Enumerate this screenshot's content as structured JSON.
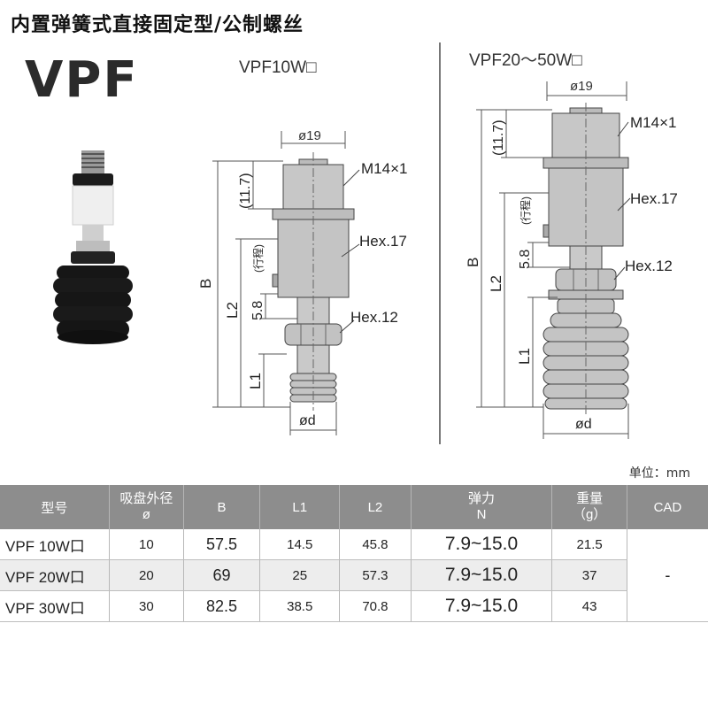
{
  "header": {
    "title": "内置弹簧式直接固定型/公制螺丝",
    "brand": "VPF"
  },
  "drawing": {
    "left": {
      "title": "VPF10W□",
      "dia_top": "ø19",
      "thread": "M14×1",
      "dim_11_7": "(11.7)",
      "B": "B",
      "stroke": "(行程)",
      "stroke_val": "5.8",
      "L2": "L2",
      "L1": "L1",
      "hex17": "Hex.17",
      "hex12": "Hex.12",
      "dia_bottom": "ød"
    },
    "right": {
      "title": "VPF20～50W□",
      "dia_top": "ø19",
      "thread": "M14×1",
      "dim_11_7": "(11.7)",
      "B": "B",
      "stroke": "(行程)",
      "stroke_val": "5.8",
      "L2": "L2",
      "L1": "L1",
      "hex17": "Hex.17",
      "hex12": "Hex.12",
      "dia_bottom": "ød"
    }
  },
  "unit_label": "单位：mm",
  "table": {
    "headers": {
      "model": "型号",
      "pad_dia_1": "吸盘外径",
      "pad_dia_2": "ø",
      "B": "B",
      "L1": "L1",
      "L2": "L2",
      "spring_1": "弹力",
      "spring_2": "N",
      "weight_1": "重量",
      "weight_2": "（g）",
      "cad": "CAD"
    },
    "rows": [
      {
        "model": "VPF 10W口",
        "dia": "10",
        "B": "57.5",
        "L1": "14.5",
        "L2": "45.8",
        "force": "7.9~15.0",
        "weight": "21.5"
      },
      {
        "model": "VPF 20W口",
        "dia": "20",
        "B": "69",
        "L1": "25",
        "L2": "57.3",
        "force": "7.9~15.0",
        "weight": "37"
      },
      {
        "model": "VPF 30W口",
        "dia": "30",
        "B": "82.5",
        "L1": "38.5",
        "L2": "70.8",
        "force": "7.9~15.0",
        "weight": "43"
      }
    ],
    "cad_value": "-"
  }
}
